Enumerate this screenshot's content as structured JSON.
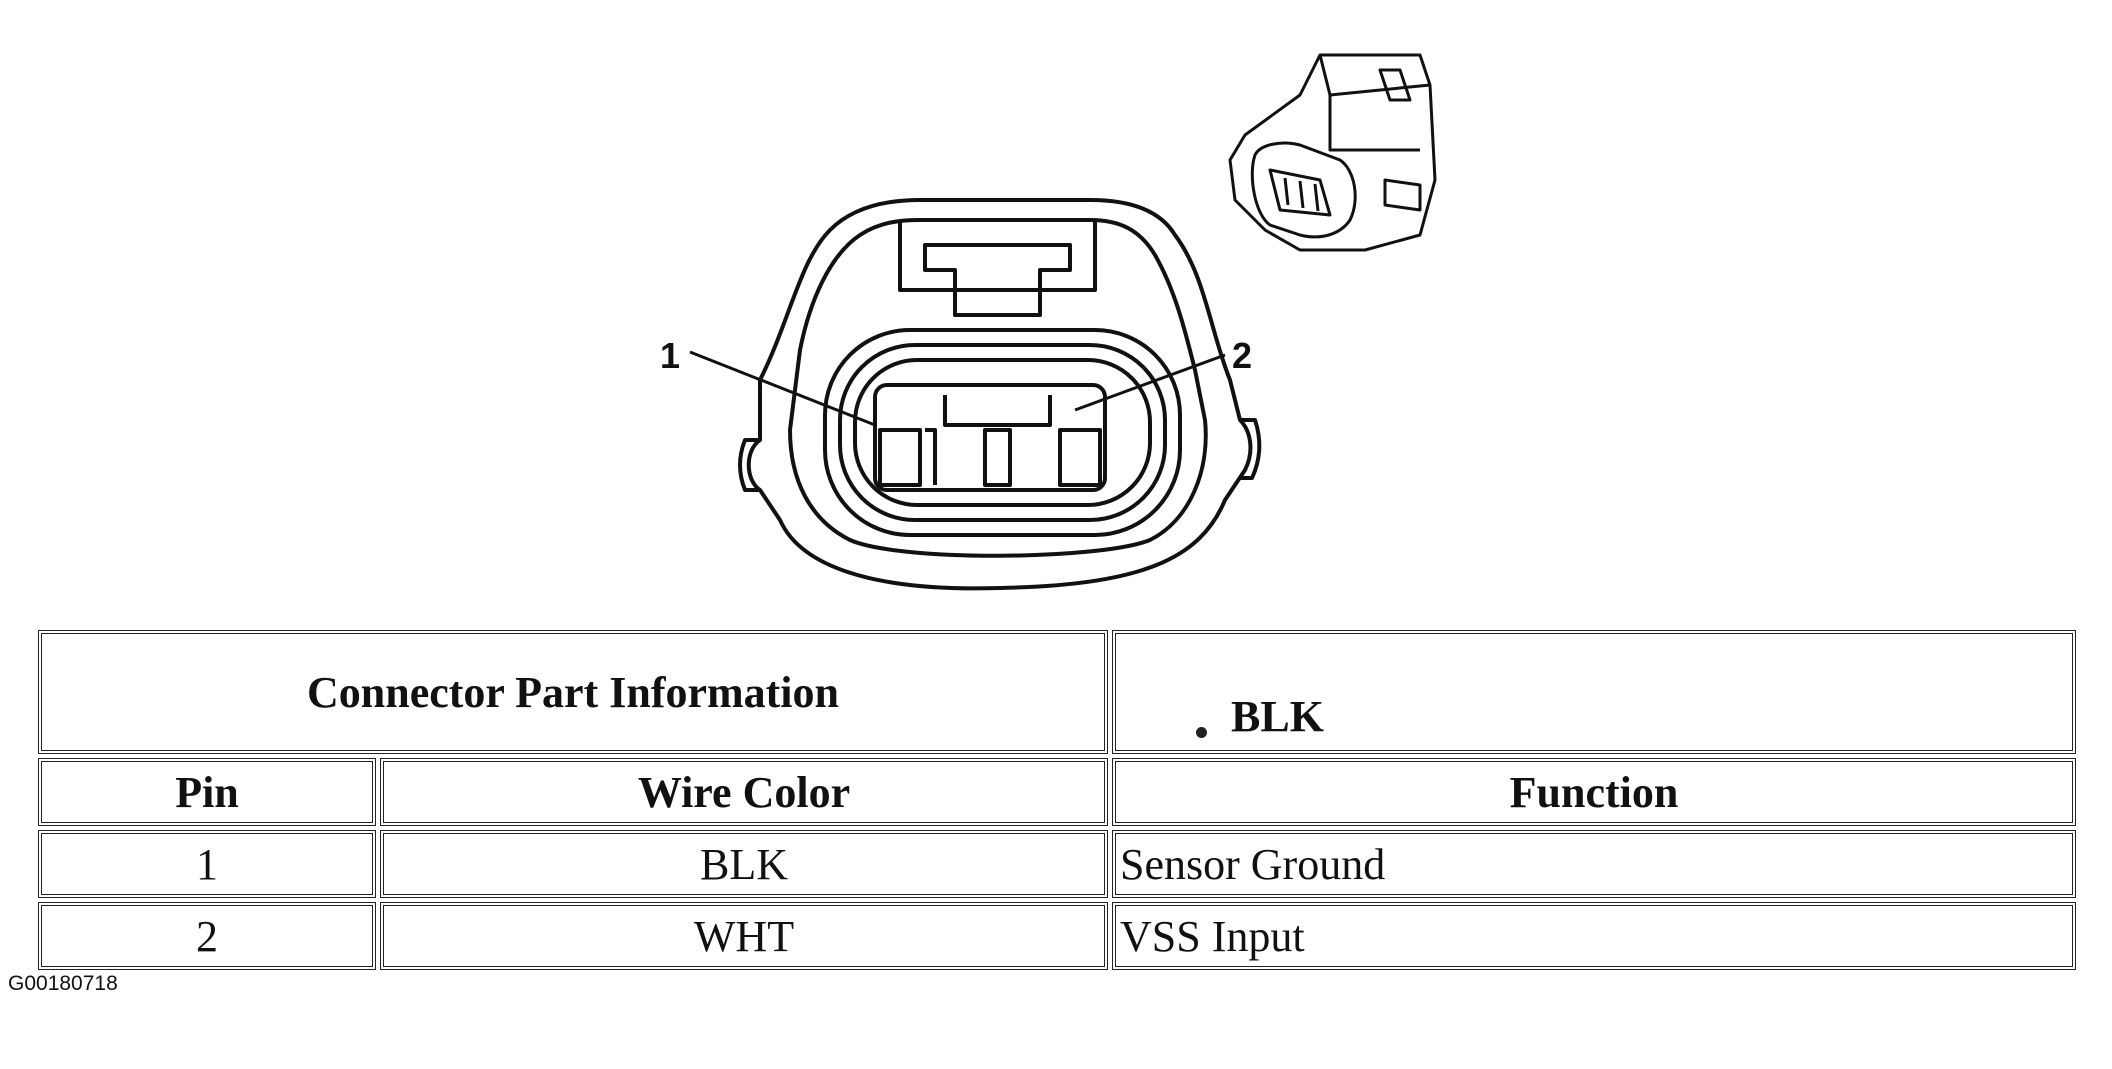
{
  "diagram": {
    "pin_labels": [
      "1",
      "2"
    ]
  },
  "part_info": {
    "header": "Connector Part Information",
    "items": [
      "BLK"
    ]
  },
  "columns": {
    "pin": "Pin",
    "wire_color": "Wire Color",
    "function": "Function"
  },
  "rows": [
    {
      "pin": "1",
      "wire_color": "BLK",
      "function": "Sensor Ground"
    },
    {
      "pin": "2",
      "wire_color": "WHT",
      "function": "VSS Input"
    }
  ],
  "figure_id": "G00180718",
  "colors": {
    "ink": "#111111",
    "background": "#ffffff"
  }
}
